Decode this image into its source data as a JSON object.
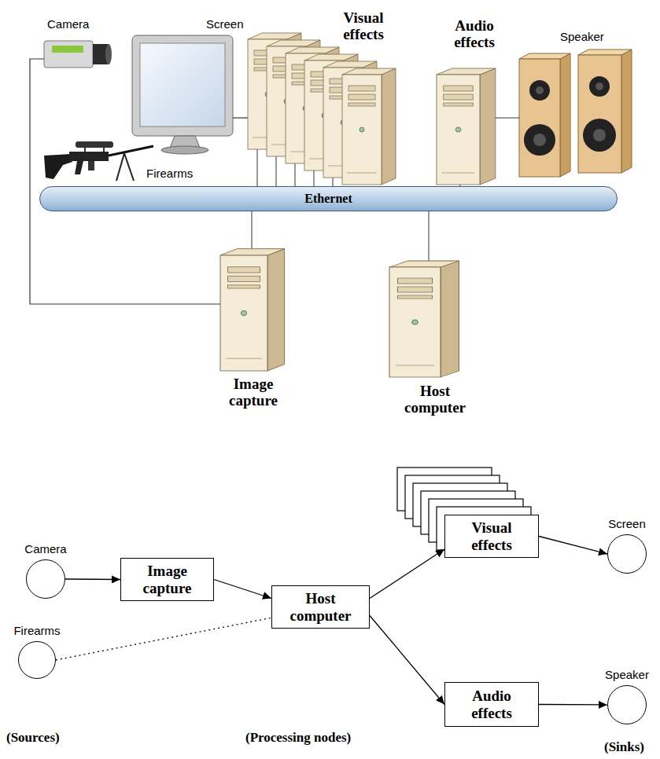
{
  "diagram": {
    "nodes": [
      {
        "text": [
          "Ethernet"
        ]
      },
      {
        "text": [
          "Camera"
        ]
      },
      {
        "text": [
          "Image capture"
        ]
      },
      {
        "text": [
          "Firearms"
        ]
      },
      {
        "text": [
          "Host computer"
        ]
      },
      {
        "text": [
          "Visual effects"
        ]
      },
      {
        "text": [
          "Screen"
        ]
      },
      {
        "text": [
          "Audio effects"
        ]
      },
      {
        "text": [
          "Speaker"
        ]
      }
    ],
    "edges": [
      {
        "from": 1,
        "to": 2,
        "arrow": "to"
      },
      {
        "from": 2,
        "to": 4,
        "arrow": "to"
      },
      {
        "from": 3,
        "to": 4,
        "arrow": "none"
      },
      {
        "from": 4,
        "to": 5,
        "arrow": "to"
      },
      {
        "from": 4,
        "to": 7,
        "arrow": "to"
      },
      {
        "from": 5,
        "to": 6,
        "arrow": "to"
      },
      {
        "from": 7,
        "to": 8,
        "arrow": "to"
      }
    ],
    "labels": [
      "Camera",
      "Screen",
      "Visual effects",
      "Audio effects",
      "Speaker",
      "Firearms",
      "Image capture",
      "Host computer",
      "(Sources)",
      "(Processing nodes)",
      "(Sinks)"
    ]
  }
}
